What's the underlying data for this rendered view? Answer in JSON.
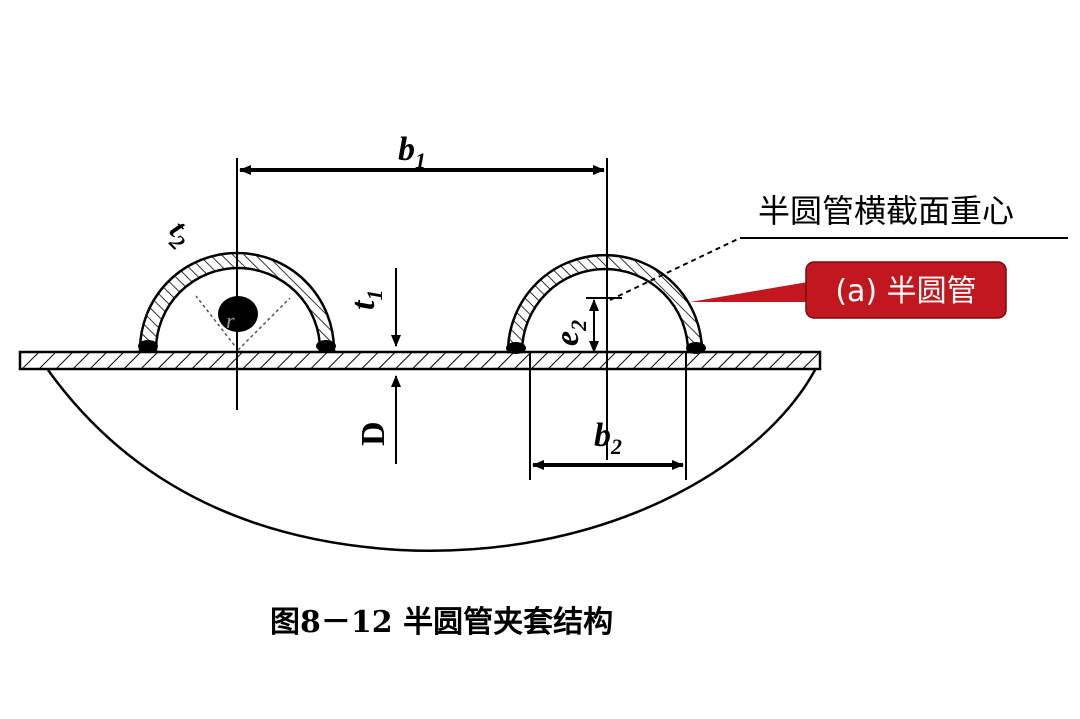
{
  "diagram": {
    "labels": {
      "b1": {
        "main": "b",
        "sub": "1"
      },
      "b2": {
        "main": "b",
        "sub": "2"
      },
      "t1": {
        "main": "t",
        "sub": "1"
      },
      "t2": {
        "main": "t",
        "sub": "2"
      },
      "e2": {
        "main": "e",
        "sub": "2"
      },
      "D": "D",
      "r": "r"
    },
    "centroid_label": "半圆管横截面重心",
    "callout": {
      "text": "(a) 半圆管",
      "color": "#c0181e"
    },
    "caption": "图8－12  半圆管夹套结构"
  }
}
